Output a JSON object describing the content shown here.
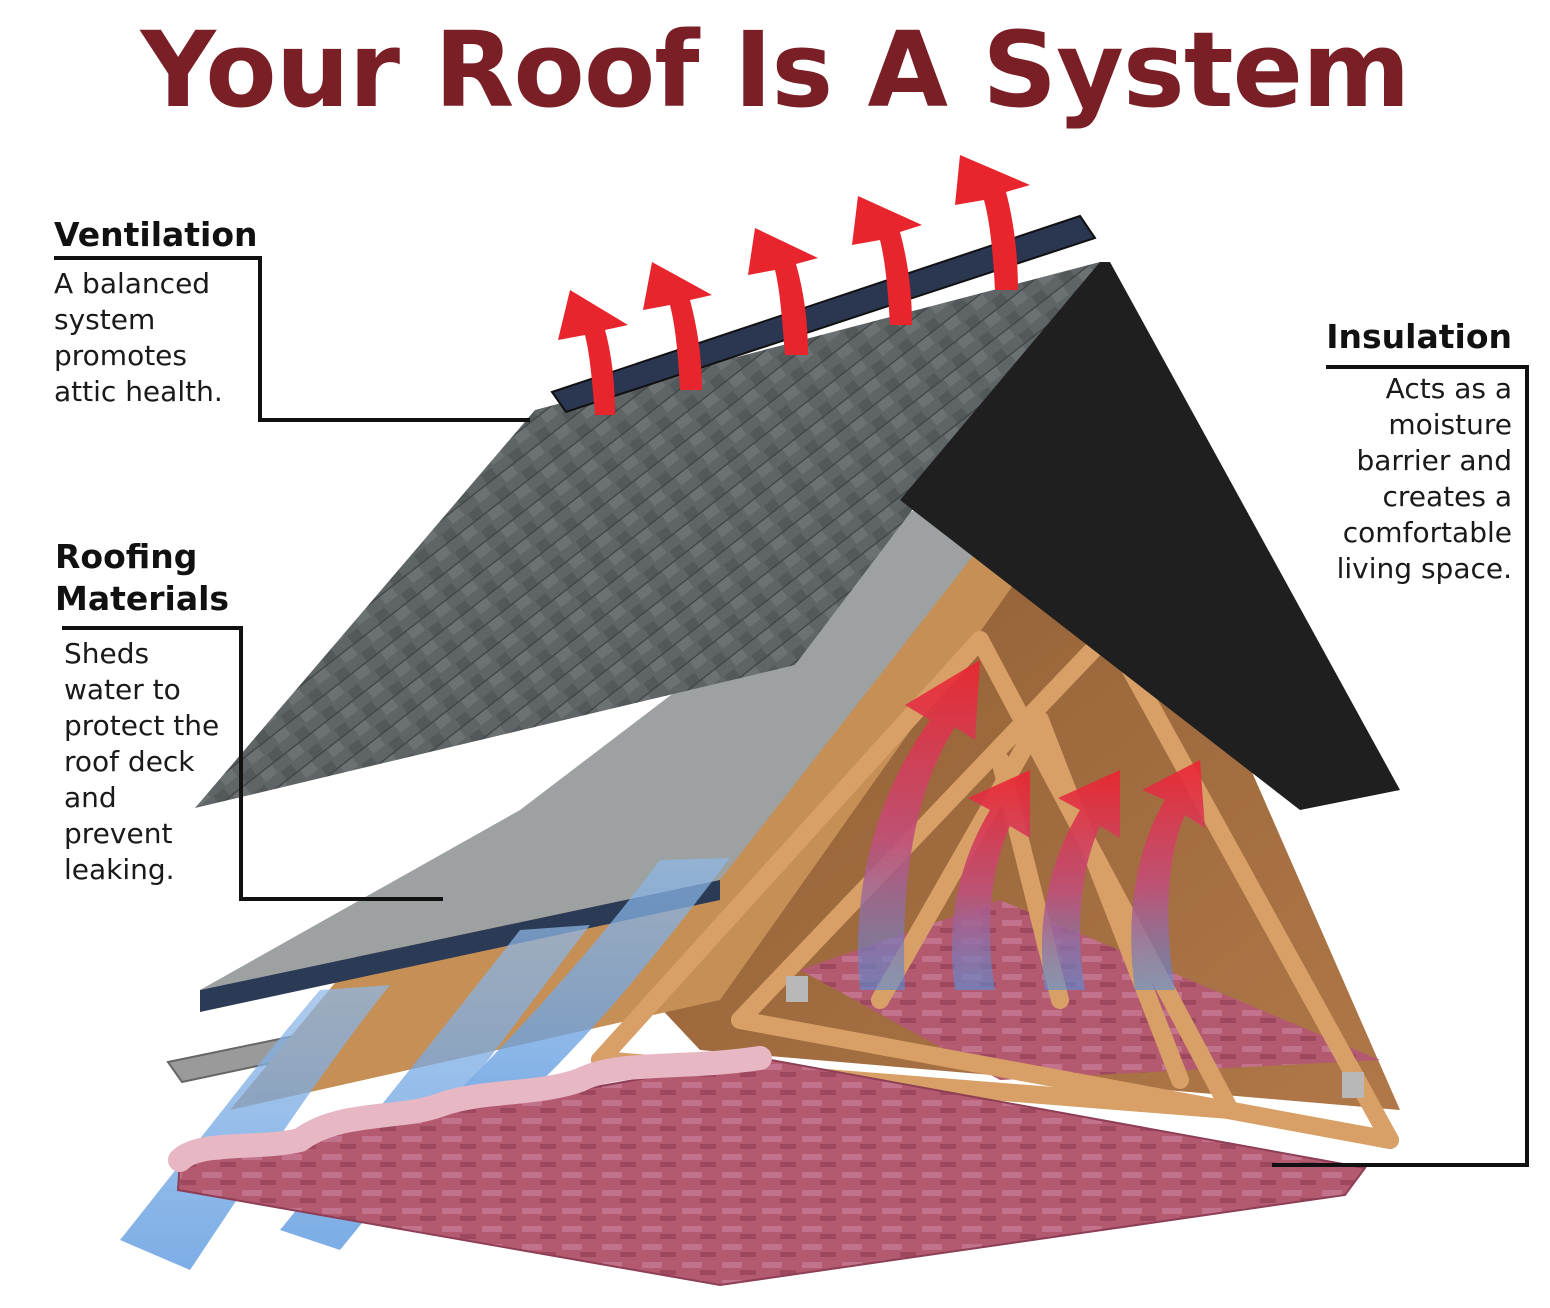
{
  "title": "Your Roof Is A System",
  "colors": {
    "title": "#7a1f26",
    "callout_line": "#111111",
    "shingles": "#5d6264",
    "underlayment": "#9fa3a4",
    "deck": "#c08a4e",
    "truss": "#d9a066",
    "insulation": "#b25a72",
    "warm_air": "#e8222a",
    "cool_air": "#6fa3da",
    "drip_edge": "#2c3b55"
  },
  "callouts": {
    "ventilation": {
      "heading": "Ventilation",
      "lines": [
        "A balanced",
        "system",
        "promotes",
        "attic health."
      ]
    },
    "roofing_materials": {
      "heading_lines": [
        "Roofing",
        "Materials"
      ],
      "lines": [
        "Sheds",
        "water to",
        "protect the",
        "roof deck",
        "and",
        "prevent",
        "leaking."
      ]
    },
    "insulation": {
      "heading": "Insulation",
      "lines": [
        "Acts as a",
        "moisture",
        "barrier and",
        "creates a",
        "comfortable",
        "living space."
      ]
    }
  },
  "icons": [
    "warm-air-arrow-icon",
    "cool-air-stream-icon",
    "ridge-vent-icon",
    "soffit-vent-icon"
  ]
}
